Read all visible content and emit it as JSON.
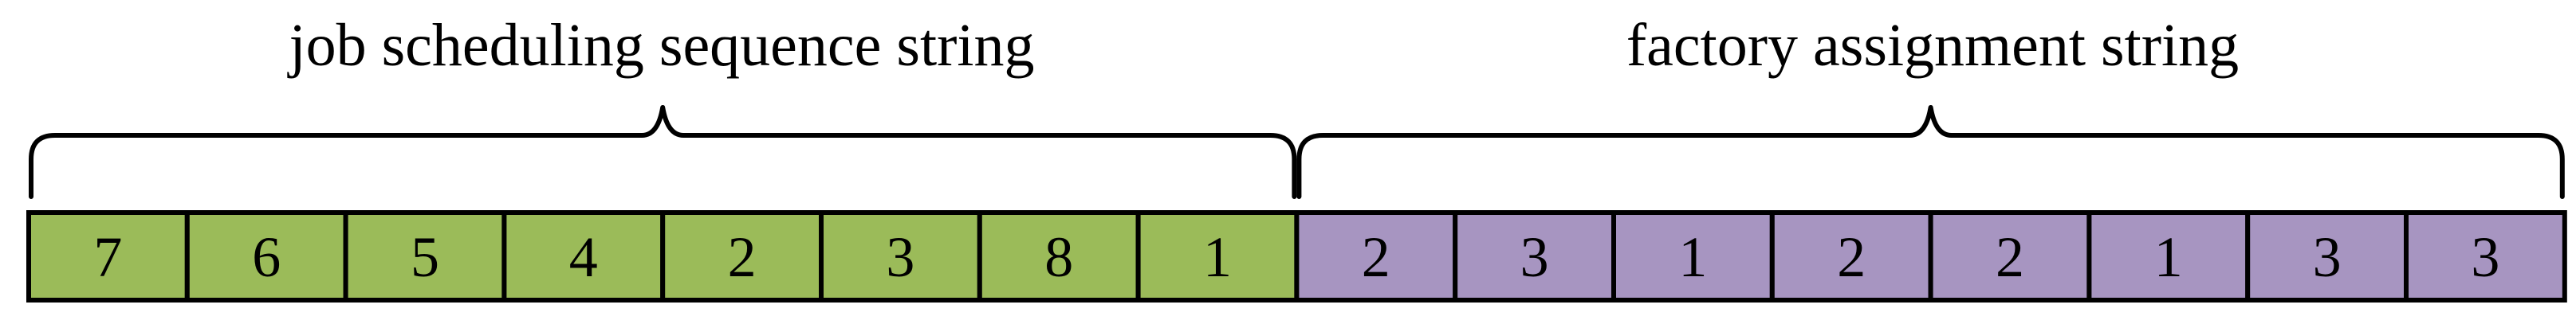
{
  "sections": [
    {
      "title": "job scheduling sequence string",
      "color": "#9bbb59",
      "cells": [
        "7",
        "6",
        "5",
        "4",
        "2",
        "3",
        "8",
        "1"
      ]
    },
    {
      "title": "factory assignment string",
      "color": "#a795c1",
      "cells": [
        "2",
        "3",
        "1",
        "2",
        "2",
        "1",
        "3",
        "3"
      ]
    }
  ]
}
